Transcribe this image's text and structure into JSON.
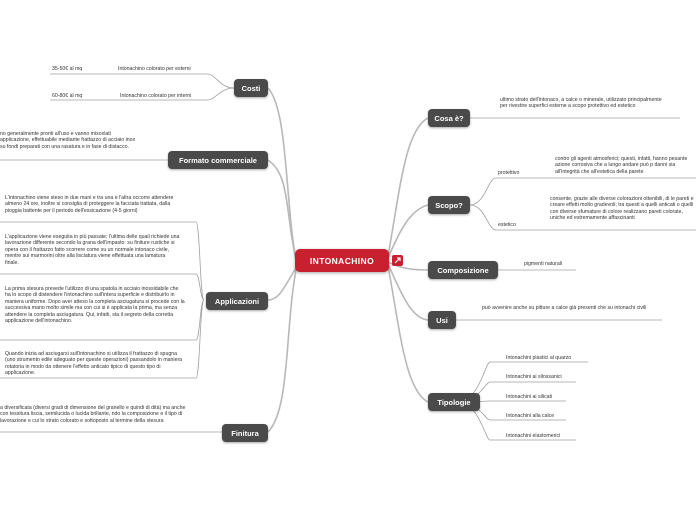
{
  "root": {
    "label": "INTONACHINO",
    "icon": "link-icon"
  },
  "left": {
    "costi": {
      "label": "Costi",
      "items": [
        {
          "price": "35-50€ al mq",
          "desc": "Intonachino colorato per esterni"
        },
        {
          "price": "60-80€ al mq",
          "desc": "Intonachino colorato per interni"
        }
      ]
    },
    "formato": {
      "label": "Formato commerciale",
      "text": "no generalmente pronti all'uso e vanno miscelati applicazione, effettuabile mediante frattazzo di acciaio inox su fondi preparati con una rasatura e in fase di distacco."
    },
    "applicazioni": {
      "label": "Applicazioni",
      "texts": [
        "L'intonachino viene steso in due mani e tra una e l'altra occorre attendere almeno 24 ore, inoltre si consiglia di proteggere la facciata trattata, dalla pioggia battente per il periodo dell'essicazione (4-5 giorni)",
        "L'applicazione viene eseguita in più passate; l'ultima delle quali richiede una lavorazione differente secondo la grana dell'impasto: su finiture rustiche si opera con il frattazzo fatto scorrere come su un normale intonaco civile, mentre sui marmorini oltre alla lisciatura viene effettuata una lamatura finale.",
        "La prima stesura prevede l'utilizzo di una spatola in acciaio inossidabile che ha lo scopo di distendere l'intonachino sull'intera superficie e distribuirlo in maniera uniforme. Dopo aver atteso la completa asciugatura si procede con la successiva mano molto simile ma con cui si è applicata la prima, ma senza attendere la completa asciugatura. Qui, infatti, sta il segreto della corretta applicazione dell'intonachino.",
        "Quando inizia ad asciugarsi sull'intonachino si utilizza il frattazzo di spugna (uno strumento edile adeguato per queste operazioni) passandolo in maniera rotatoria in modo da ottenere l'effetto anticato tipico di questo tipo di applicazione."
      ]
    },
    "finitura": {
      "label": "Finitura",
      "text": "a diversificata (diversi gradi di dimensione del granello e quindi di dità) ma anche con tessitura liscia, semilucida o lucida brillante, ndo la composizione e il tipo di lavorazione e cui lo strato colorato e sottoposto al termine della stesura"
    }
  },
  "right": {
    "cosa": {
      "label": "Cosa è?",
      "text": "ultimo strato dell'intonaco, a calce o minerale, utilizzato principalmente per rivestire superfici esterne a scopo protettivo ed estetico"
    },
    "scopo": {
      "label": "Scopo?",
      "sub": [
        {
          "label": "protettivo",
          "text": "contro gli agenti atmosferici; questi, infatti, hanno pesante azione corrosiva che a lungo andare può p danni sia all'integrità che all'estetica della parete"
        },
        {
          "label": "estetico",
          "text": "consente, grazie alle diverse colorazioni ottenibili, di le pareti e creare effetti molto gradevoli; tra questi a quelli anticati o quelli con diverse sfumature di colore realizzano pareti colorate, uniche ed estremamente affascinanti"
        }
      ]
    },
    "composizione": {
      "label": "Composizione",
      "text": "pigmenti naturali"
    },
    "usi": {
      "label": "Usi",
      "text": "può avvenire anche su pitture a calce già presenti che su intonachi civili"
    },
    "tipologie": {
      "label": "Tipologie",
      "items": [
        "Intonachini plastici al quarzo",
        "Intonachini ai silossanici",
        "Intonachini ai silicati",
        "Intonachini alla calce",
        "Intonachini elastomerici"
      ]
    }
  },
  "colors": {
    "root": "#c8202e",
    "node": "#4a4a4a",
    "connector": "#b8b8b8",
    "underline": "#a0a0a0"
  }
}
